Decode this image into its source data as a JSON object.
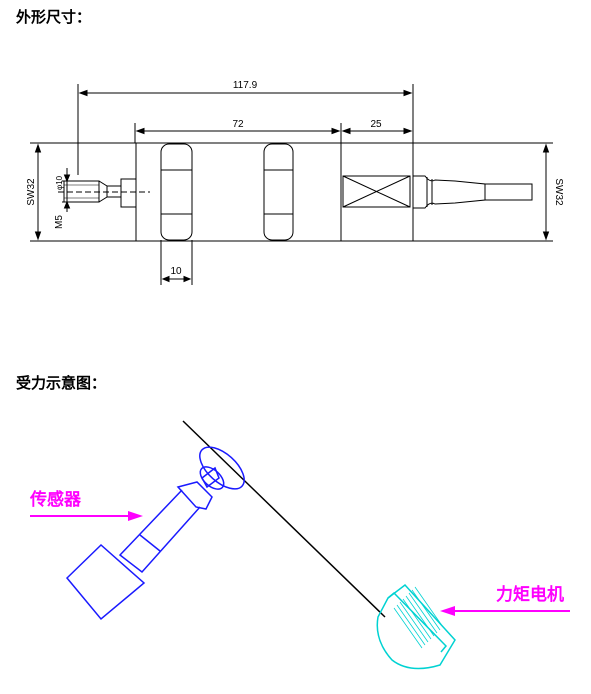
{
  "sections": {
    "dimensions_title": "外形尺寸：",
    "force_title": "受力示意图："
  },
  "dimensions": {
    "overall_length": "117.9",
    "body_length": "72",
    "tail_length": "25",
    "nut_width": "10",
    "wrench_left": "SW32",
    "wrench_right": "SW32",
    "thread": "M5",
    "shaft_dia": "φ10"
  },
  "callouts": {
    "sensor": "传感器",
    "torque_motor": "力矩电机"
  },
  "colors": {
    "line": "#000000",
    "sensor": "#1a1aff",
    "motor": "#00d2d2",
    "callout": "#ff00ff"
  }
}
